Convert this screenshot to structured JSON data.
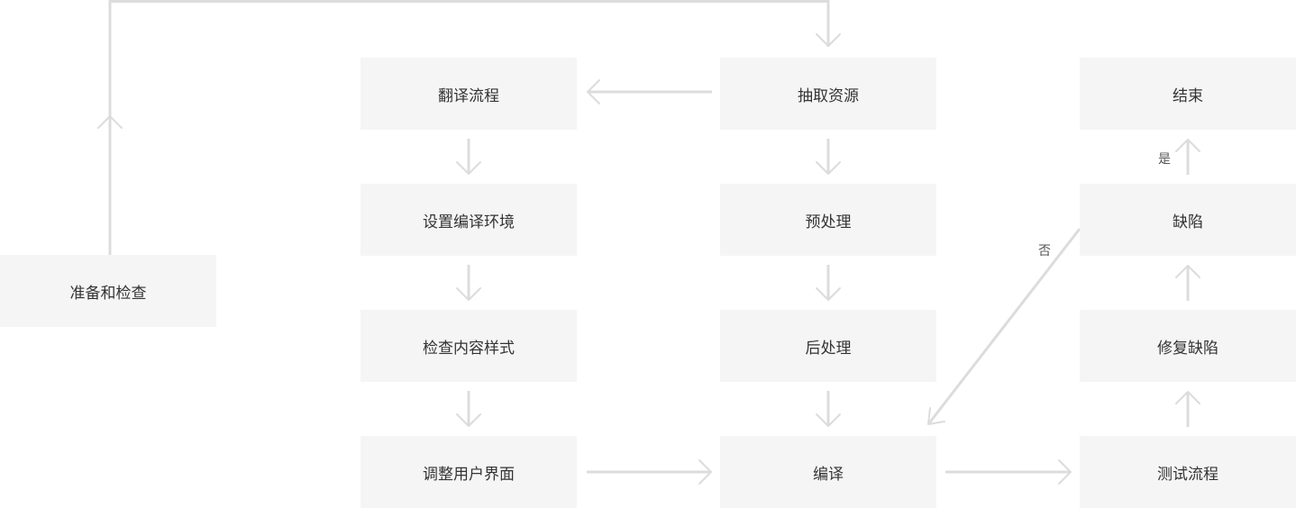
{
  "nodes": {
    "prepare_check": "准备和检查",
    "translate_flow": "翻译流程",
    "setup_env": "设置编译环境",
    "check_style": "检查内容样式",
    "adjust_ui": "调整用户界面",
    "extract_resources": "抽取资源",
    "preprocess": "预处理",
    "postprocess": "后处理",
    "compile": "编译",
    "end": "结束",
    "defect": "缺陷",
    "fix_defect": "修复缺陷",
    "test_flow": "测试流程"
  },
  "edge_labels": {
    "yes": "是",
    "no": "否"
  },
  "colors": {
    "box_fill": "#f5f5f5",
    "connector": "#dcdcdc",
    "text": "#333333"
  }
}
